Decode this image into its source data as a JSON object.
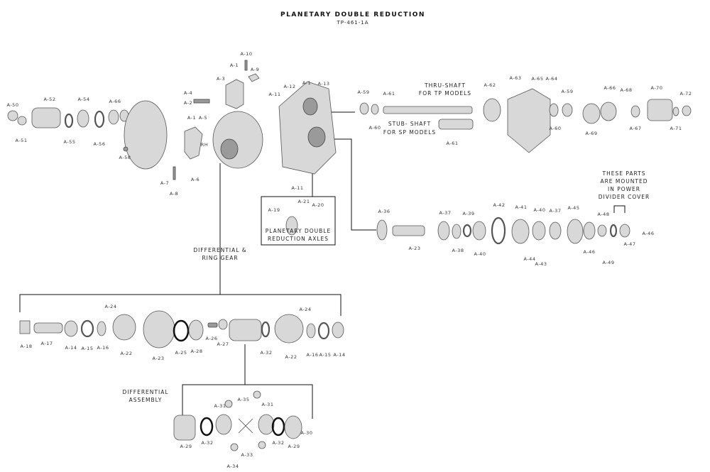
{
  "title": "Planetary Double Reduction",
  "subtitle": "TP-461-1A",
  "captions": {
    "thru_shaft_1": "Thru-Shaft",
    "thru_shaft_2": "For TP Models",
    "stub_shaft_1": "Stub- Shaft",
    "stub_shaft_2": "For SP Models",
    "planetary_box_1": "Planetary Double",
    "planetary_box_2": "Reduction Axles",
    "power_divider_1": "These Parts",
    "power_divider_2": "Are Mounted",
    "power_divider_3": "In Power",
    "power_divider_4": "Divider Cover",
    "diff_ring_1": "Differential &",
    "diff_ring_2": "Ring Gear",
    "diff_assy_1": "Differential",
    "diff_assy_2": "Assembly",
    "rh": "RH"
  },
  "labels": [
    "A-50",
    "A-51",
    "A-52",
    "A-55",
    "A-54",
    "A-56",
    "A-66",
    "A-58",
    "A-4",
    "A-2",
    "A-3",
    "A-1",
    "A-10",
    "A-9",
    "A-1",
    "A-5",
    "A-6",
    "A-7",
    "A-8",
    "A-12",
    "A-1",
    "A-13",
    "A-11",
    "A-11",
    "A-21",
    "A-20",
    "A-19",
    "A-59",
    "A-61",
    "A-60",
    "A-61",
    "A-62",
    "A-63",
    "A-65",
    "A-64",
    "A-59",
    "A-60",
    "A-66",
    "A-68",
    "A-69",
    "A-70",
    "A-67",
    "A-72",
    "A-71",
    "A-36",
    "A-23",
    "A-37",
    "A-38",
    "A-39",
    "A-40",
    "A-42",
    "A-41",
    "A-44",
    "A-43",
    "A-40",
    "A-37",
    "A-45",
    "A-46",
    "A-48",
    "A-49",
    "A-47",
    "A-46",
    "A-18",
    "A-17",
    "A-14",
    "A-15",
    "A-16",
    "A-24",
    "A-22",
    "A-23",
    "A-25",
    "A-28",
    "A-26",
    "A-27",
    "A-32",
    "A-22",
    "A-24",
    "A-16",
    "A-15",
    "A-14",
    "A-29",
    "A-32",
    "A-31",
    "A-35",
    "A-31",
    "A-33",
    "A-34",
    "A-32",
    "A-29",
    "A-30"
  ]
}
